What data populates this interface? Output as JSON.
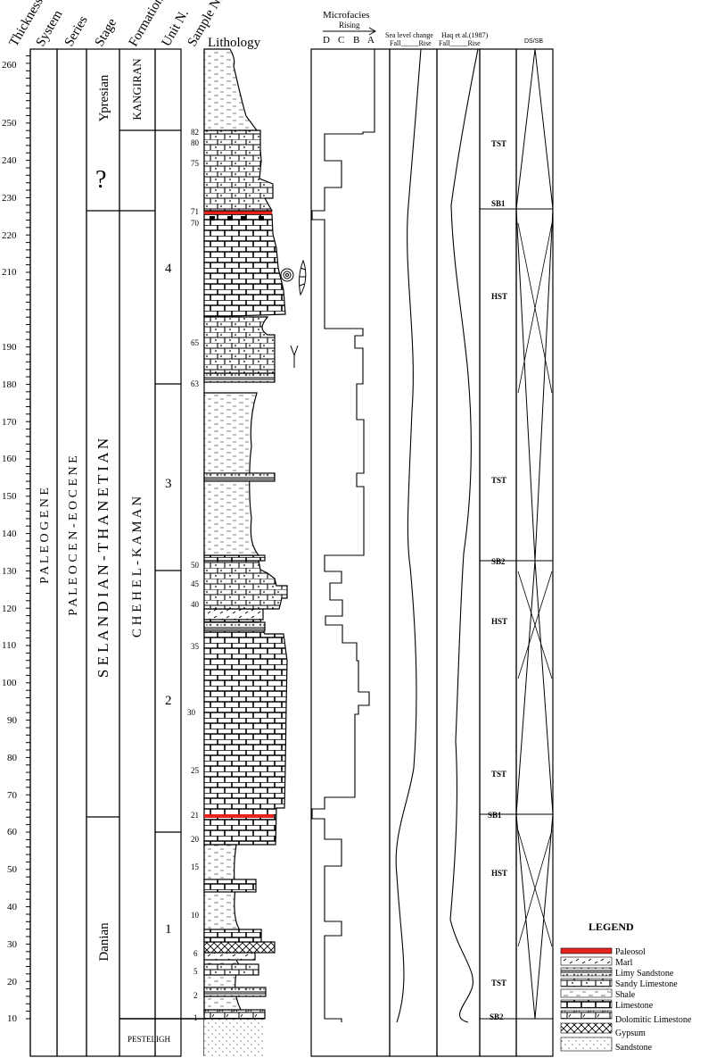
{
  "headers": {
    "thickness": "Thickness",
    "system": "System",
    "series": "Series",
    "stage": "Stage",
    "formation": "Formation",
    "unit": "Unit N.",
    "sample": "Sample N.",
    "lithology": "Lithology",
    "microfacies": "Microfacies",
    "rising": "Rising",
    "microfacies_classes": [
      "D",
      "C",
      "B",
      "A"
    ],
    "sea_level": "Sea level change",
    "sea_fall_rise": "Fall_____Rise",
    "haq": "Haq et al.(1987)",
    "haq_fall_rise": "Fall_____Rise",
    "ds_sb": "DS/SB"
  },
  "thickness_ticks": [
    "10",
    "20",
    "30",
    "40",
    "50",
    "60",
    "70",
    "80",
    "90",
    "100",
    "110",
    "120",
    "130",
    "140",
    "150",
    "160",
    "170",
    "180",
    "190",
    "210",
    "220",
    "230",
    "240",
    "250",
    "260"
  ],
  "system_label": "P A L E O G E N E",
  "series_label": "P A L E O C E N - E O C E N E",
  "stages": {
    "ypresian": "Ypresian",
    "unknown": "?",
    "selandian": "S E L A N D I A N - T H A N E T I A N",
    "danian": "Danian"
  },
  "formations": {
    "kangiran": "KANGIRAN",
    "chehel_kaman": "C H E H E L - K A M A N",
    "pesteligh": "PESTELIGH"
  },
  "units": [
    "1",
    "2",
    "3",
    "4"
  ],
  "samples": [
    "1",
    "2",
    "5",
    "6",
    "10",
    "15",
    "20",
    "21",
    "25",
    "30",
    "35",
    "40",
    "45",
    "50",
    "63",
    "65",
    "70",
    "71",
    "75",
    "80",
    "82"
  ],
  "systems_tracts": [
    "TST",
    "SB1",
    "HST",
    "TST",
    "SB2",
    "HST",
    "TST",
    "SB1",
    "HST",
    "TST",
    "SB2"
  ],
  "legend": {
    "title": "LEGEND",
    "items": [
      "Paleosol",
      "Marl",
      "Limy Sandstone",
      "Sandy Limestone",
      "Shale",
      "Limestone",
      "Dolomitic Limestone",
      "Gypsum",
      "Sandstone"
    ]
  },
  "colors": {
    "paleosol": "#e8231d",
    "line": "#000000"
  }
}
